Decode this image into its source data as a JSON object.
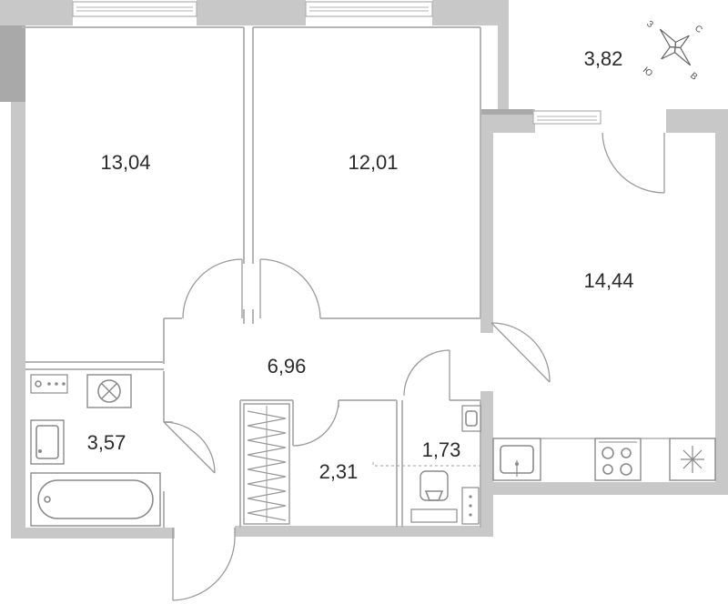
{
  "plan": {
    "rooms": [
      {
        "id": "bedroom-1",
        "area": "13,04"
      },
      {
        "id": "bedroom-2",
        "area": "12,01"
      },
      {
        "id": "balcony",
        "area": "3,82"
      },
      {
        "id": "living-kitchen",
        "area": "14,44"
      },
      {
        "id": "hall",
        "area": "6,96"
      },
      {
        "id": "bathroom",
        "area": "3,57"
      },
      {
        "id": "storage",
        "area": "2,31"
      },
      {
        "id": "toilet",
        "area": "1,73"
      }
    ],
    "compass": {
      "north": "С",
      "east": "В",
      "south": "Ю",
      "west": "З"
    }
  }
}
